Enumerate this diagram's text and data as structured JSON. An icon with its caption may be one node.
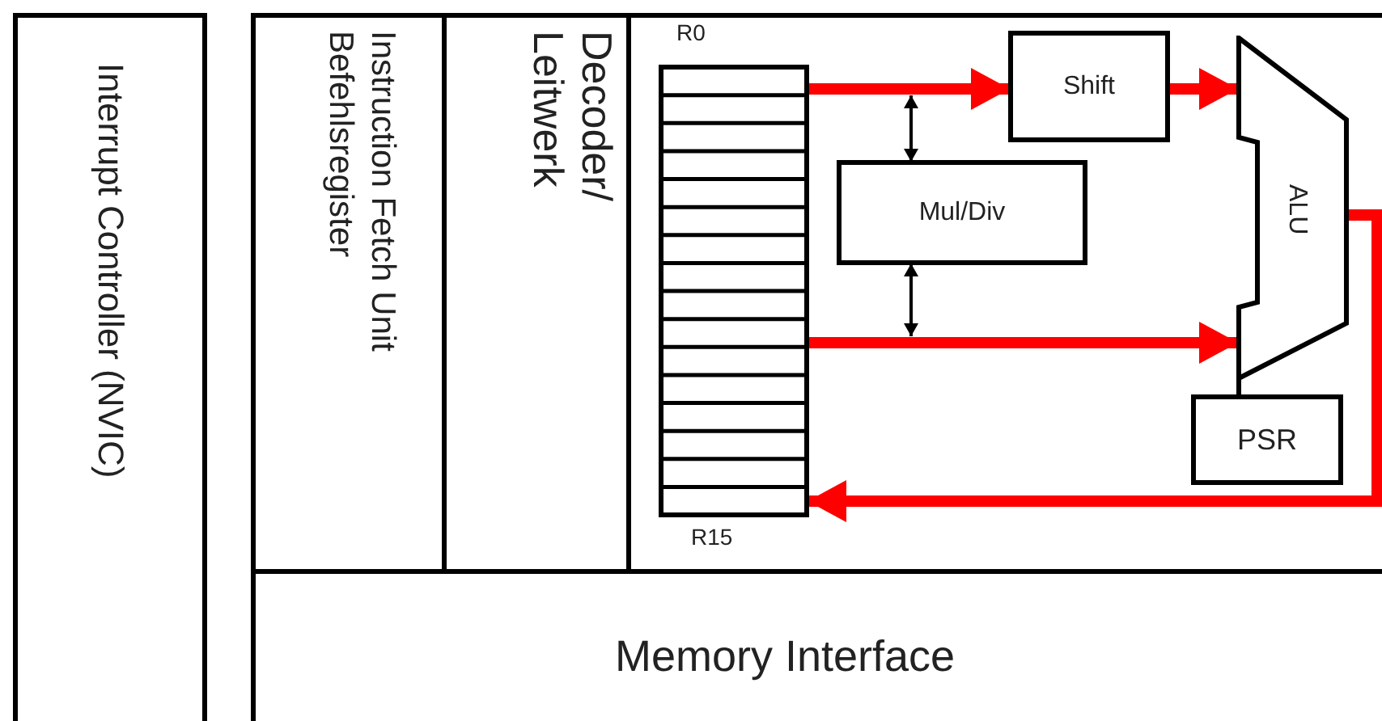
{
  "diagram": {
    "nodes": [
      {
        "text": [
          "Interrupt Controller (NVIC)"
        ]
      },
      {
        "text": [
          "Instruction Fetch Unit",
          "Befehlsregister"
        ]
      },
      {
        "text": [
          "Decoder/ Leitwerk"
        ]
      },
      {
        "text": [],
        "shape": "box",
        "beside": [
          "R0",
          "R15"
        ]
      },
      {
        "text": [
          "Shift"
        ]
      },
      {
        "text": [
          "Mul/Div"
        ]
      },
      {
        "text": [
          "ALU"
        ]
      },
      {
        "text": [
          "PSR"
        ]
      },
      {
        "text": [
          "Memory Interface"
        ]
      }
    ],
    "edges": [
      {
        "from": 3,
        "to": 4,
        "arrow": "to"
      },
      {
        "from": 4,
        "to": 6,
        "arrow": "to"
      },
      {
        "from": 3,
        "to": 6,
        "arrow": "to"
      },
      {
        "from": 6,
        "to": 3,
        "arrow": "to"
      },
      {
        "from": 5,
        "to": null,
        "arrow": "both",
        "color": "#000000"
      },
      {
        "from": 5,
        "to": null,
        "arrow": "both",
        "color": "#000000"
      }
    ]
  }
}
